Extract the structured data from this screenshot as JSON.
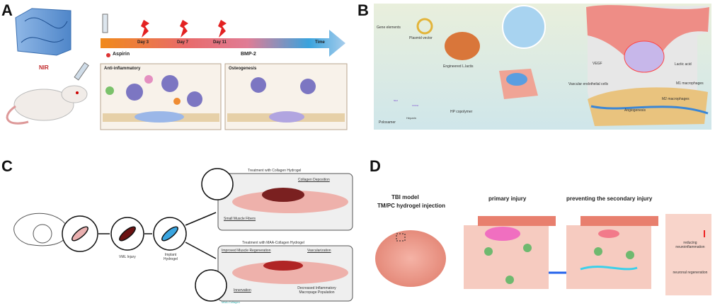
{
  "panelA": {
    "label": "A",
    "nir": "NIR",
    "days": [
      "Day 3",
      "Day 7",
      "Day 11"
    ],
    "time": "Time",
    "aspirin": "Aspirin",
    "bmp2": "BMP-2",
    "box1": "Anti-inflammatory",
    "box2": "Osteogenesis"
  },
  "panelB": {
    "label": "B",
    "gene": "Gene elements",
    "plasmid": "Plasmid vector",
    "lactis": "Engineered L.lactis",
    "hp": "HP copolymer",
    "poloxamer": "Poloxamer",
    "heparin": "Heparin",
    "nh2": "NH2",
    "cooh": "COOH",
    "vegf": "VEGF",
    "lactic": "Lactic acid",
    "vec": "Vascular endothelial cells",
    "m1": "M1 macrophages",
    "m2": "M2 macrophages",
    "angio": "Angiogenesis"
  },
  "panelC": {
    "label": "C",
    "vml": "VML Injury",
    "implant": "Implant Hydrogel",
    "top_title": "Treatment with Collagen Hydrogel",
    "collagen_dep": "Collagen Deposition",
    "small_fibers": "Small Muscle Fibers",
    "bottom_title": "Treatment with MAA-Collagen Hydrogel",
    "improved": "Improved Muscle Regeneration",
    "vascular": "Vascularization",
    "innervation": "Innervation",
    "decreased": "Decreased Inflammatory Macropage Population",
    "maa": "MAA-Collagen"
  },
  "panelD": {
    "label": "D",
    "tbi": "TBI model",
    "tmpc": "TM/PC hydrogel injection",
    "primary": "primary injury",
    "preventing": "preventing the secondary injury",
    "reducing": "reducing neuroinflammation",
    "neuronal": "neuronal regeneration"
  }
}
